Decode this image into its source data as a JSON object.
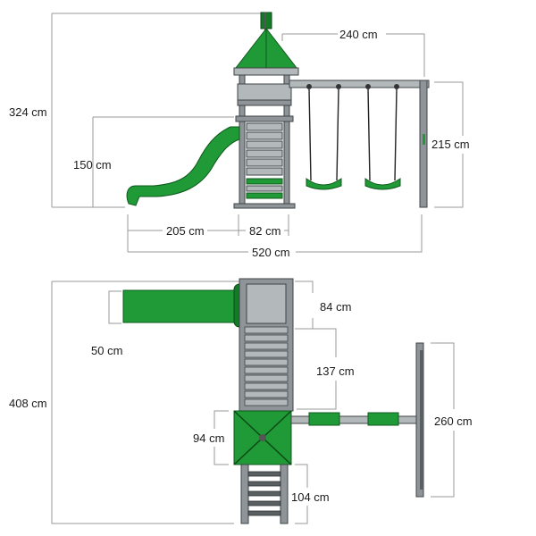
{
  "dimensions": {
    "side_total_height": "324 cm",
    "side_platform_height": "150 cm",
    "side_swing_beam_length": "240 cm",
    "side_swing_height": "215 cm",
    "side_slide_length": "205 cm",
    "side_tower_width": "82 cm",
    "side_total_length": "520 cm",
    "top_slide_width": "50 cm",
    "top_total_depth": "408 cm",
    "top_tower_top_section": "84 cm",
    "top_ramp_section": "137 cm",
    "top_tower_base": "94 cm",
    "top_ladder_length": "104 cm",
    "top_swing_frame_width": "260 cm"
  },
  "colors": {
    "accent_green": "#1f9a36",
    "frame_grey": "#8e9498",
    "dimension_line": "#9a9a9a"
  }
}
